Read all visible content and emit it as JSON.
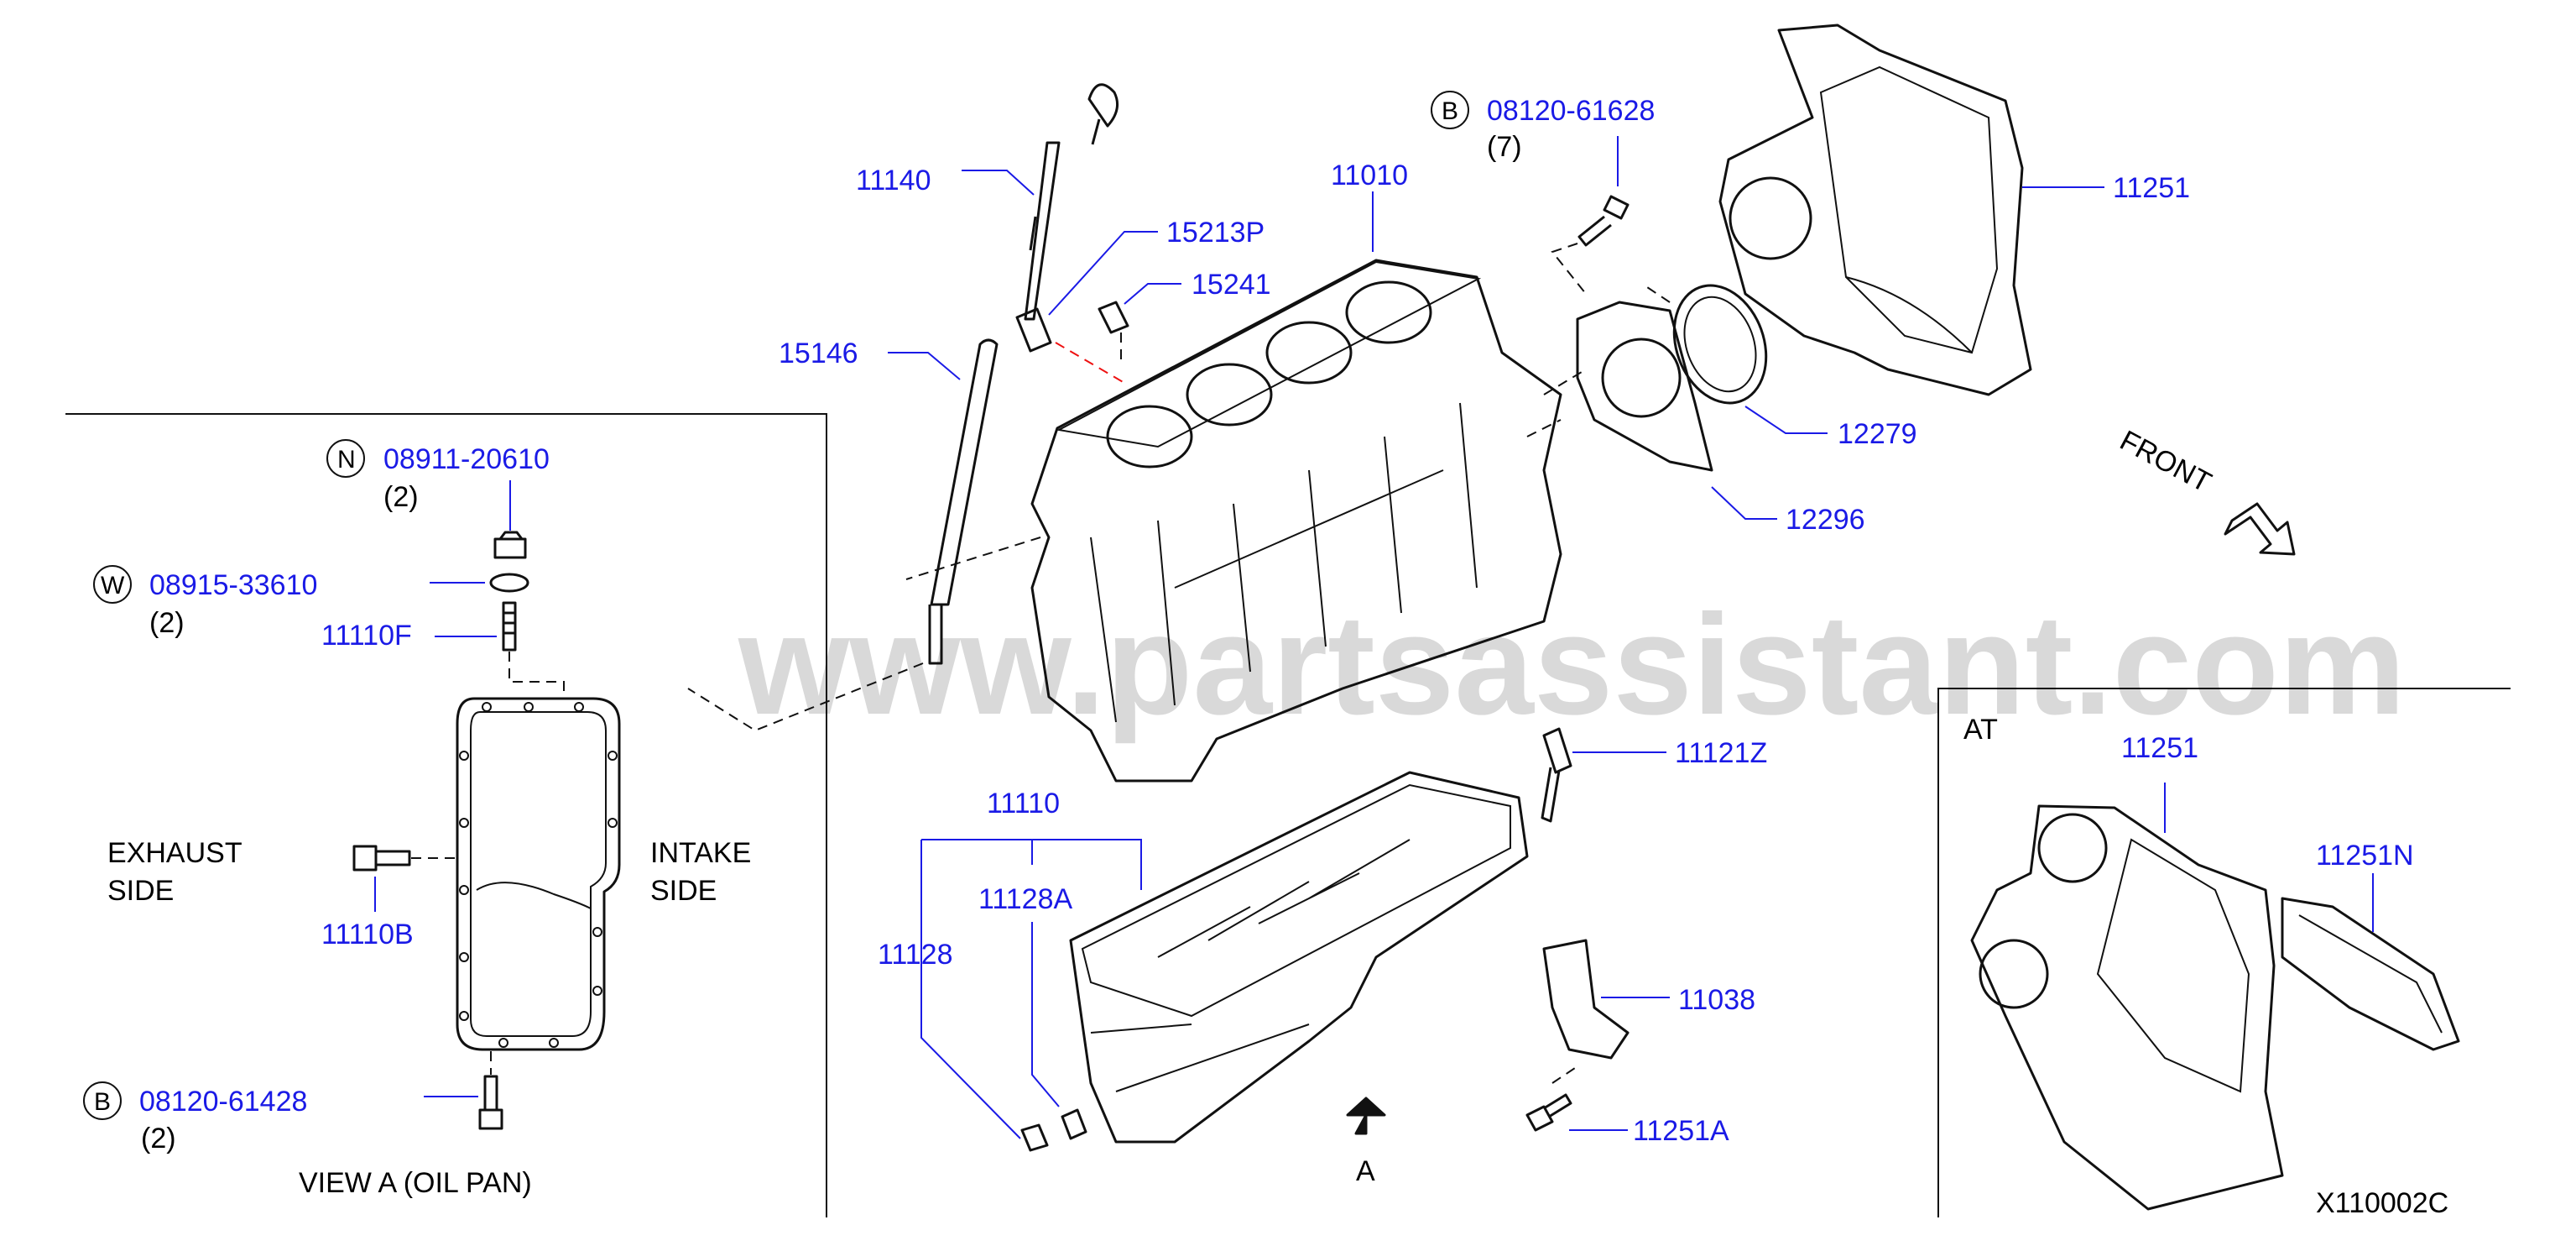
{
  "watermark": "www.partsassistant.com",
  "diagram_code": "X110002C",
  "main": {
    "labels": {
      "l11140": "11140",
      "l15146": "15146",
      "l15213P": "15213P",
      "l15241": "15241",
      "l11010": "11010",
      "l08120_61628": "08120-61628",
      "l08120_61628_qty": "(7)",
      "l11251": "11251",
      "l12279": "12279",
      "l12296": "12296",
      "l11121Z": "11121Z",
      "l11110": "11110",
      "l11128A": "11128A",
      "l11128": "11128",
      "l11038": "11038",
      "l11251A": "11251A",
      "view_arrow": "A"
    },
    "symbols": {
      "b_top": "B"
    },
    "front_label": "FRONT"
  },
  "inset_oil_pan": {
    "title": "VIEW  A  (OIL  PAN)",
    "exhaust": [
      "EXHAUST",
      "SIDE"
    ],
    "intake": [
      "INTAKE",
      "SIDE"
    ],
    "labels": {
      "n": "08911-20610",
      "n_qty": "(2)",
      "w": "08915-33610",
      "w_qty": "(2)",
      "f": "11110F",
      "b1": "11110B",
      "b2": "08120-61428",
      "b2_qty": "(2)"
    },
    "symbols": {
      "n": "N",
      "w": "W",
      "b": "B"
    }
  },
  "inset_at": {
    "title": "AT",
    "labels": {
      "plate": "11251",
      "cover": "11251N"
    }
  }
}
